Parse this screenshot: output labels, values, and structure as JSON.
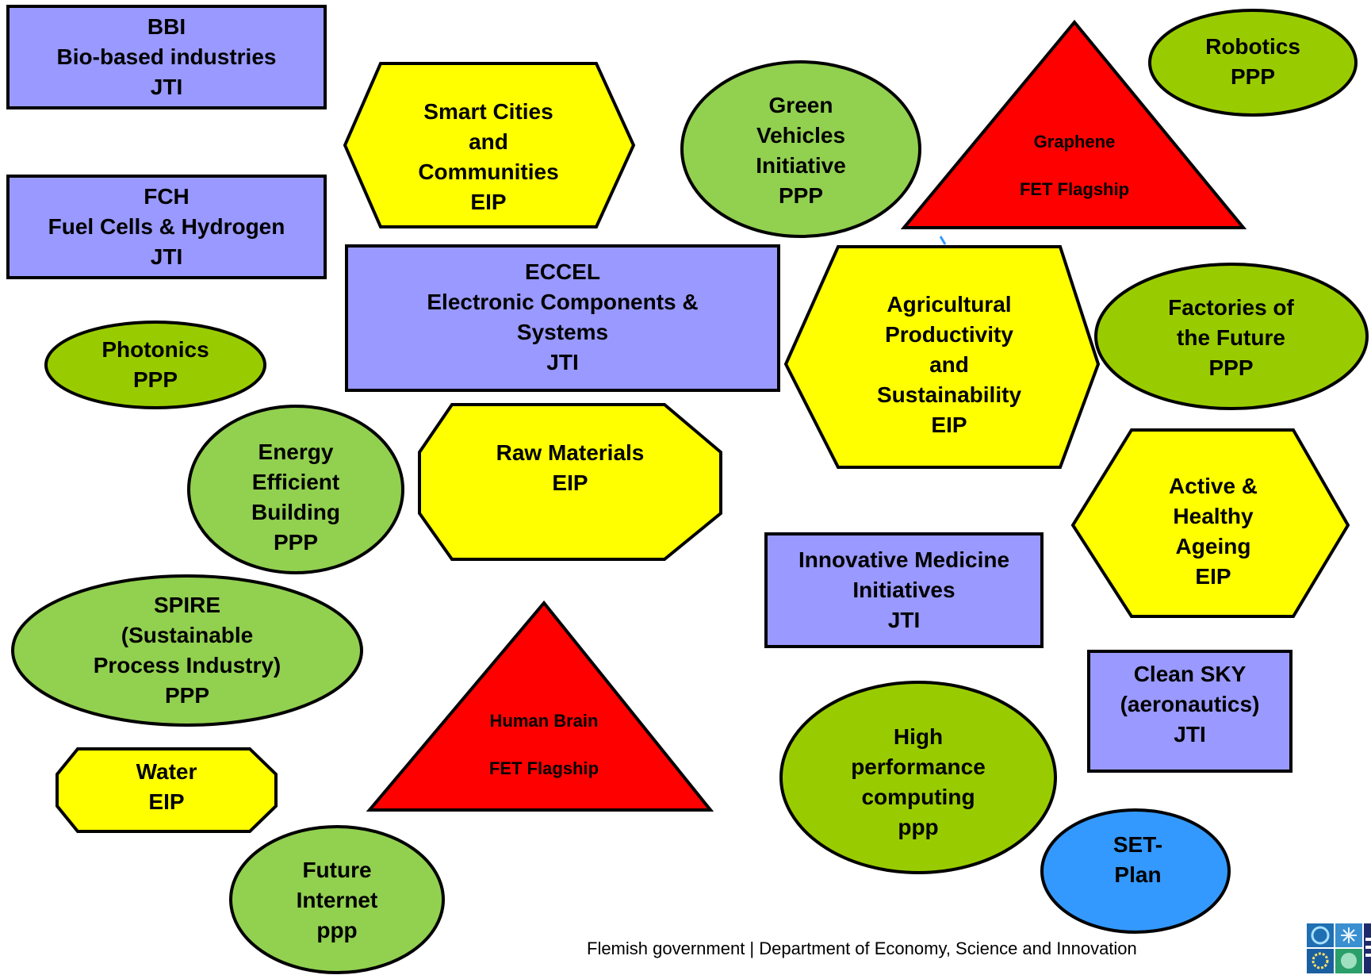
{
  "shapes": {
    "bbi": {
      "lines": [
        "BBI",
        "Bio-based industries",
        "JTI"
      ]
    },
    "fch": {
      "lines": [
        "FCH",
        "Fuel Cells & Hydrogen",
        "JTI"
      ]
    },
    "photonics": {
      "lines": [
        "Photonics",
        "PPP"
      ]
    },
    "energy_efficient_building": {
      "lines": [
        "Energy",
        "Efficient",
        "Building",
        "PPP"
      ]
    },
    "spire": {
      "lines": [
        "SPIRE",
        "(Sustainable",
        "Process Industry)",
        "PPP"
      ]
    },
    "water": {
      "lines": [
        "Water",
        "EIP"
      ]
    },
    "future_internet": {
      "lines": [
        "Future",
        "Internet",
        "ppp"
      ]
    },
    "smart_cities": {
      "lines": [
        "Smart Cities",
        "and",
        "Communities",
        "EIP"
      ]
    },
    "eccel": {
      "lines": [
        "ECCEL",
        "Electronic Components &",
        "Systems",
        "JTI"
      ]
    },
    "raw_materials": {
      "lines": [
        "Raw Materials",
        "EIP"
      ]
    },
    "human_brain": {
      "lines": [
        "Human Brain",
        "",
        "FET Flagship"
      ]
    },
    "green_vehicles": {
      "lines": [
        "Green",
        "Vehicles",
        "Initiative",
        "PPP"
      ]
    },
    "graphene": {
      "lines": [
        "Graphene",
        "",
        "FET Flagship"
      ]
    },
    "robotics": {
      "lines": [
        "Robotics",
        "PPP"
      ]
    },
    "agricultural": {
      "lines": [
        "Agricultural",
        "Productivity",
        "and",
        "Sustainability",
        "EIP"
      ]
    },
    "factories_future": {
      "lines": [
        "Factories of",
        "the Future",
        "PPP"
      ]
    },
    "active_healthy_ageing": {
      "lines": [
        "Active &",
        "Healthy",
        "Ageing",
        "EIP"
      ]
    },
    "innovative_medicine": {
      "lines": [
        "Innovative Medicine",
        "Initiatives",
        "JTI"
      ]
    },
    "clean_sky": {
      "lines": [
        "Clean SKY",
        "(aeronautics)",
        "JTI"
      ]
    },
    "high_performance_computing": {
      "lines": [
        "High",
        "performance",
        "computing",
        "ppp"
      ]
    },
    "set_plan": {
      "lines": [
        "SET-",
        "Plan"
      ]
    }
  },
  "footer": {
    "text": "Flemish government  |  Department of Economy, Science and Innovation"
  },
  "colors": {
    "jti_fill": "#9999ff",
    "eip_fill": "#ffff00",
    "ppp_green_fill": "#92d050",
    "ppp_olive_fill": "#99cc00",
    "flagship_fill": "#ff0000",
    "set_plan_fill": "#3399ff",
    "outline": "#000000"
  }
}
